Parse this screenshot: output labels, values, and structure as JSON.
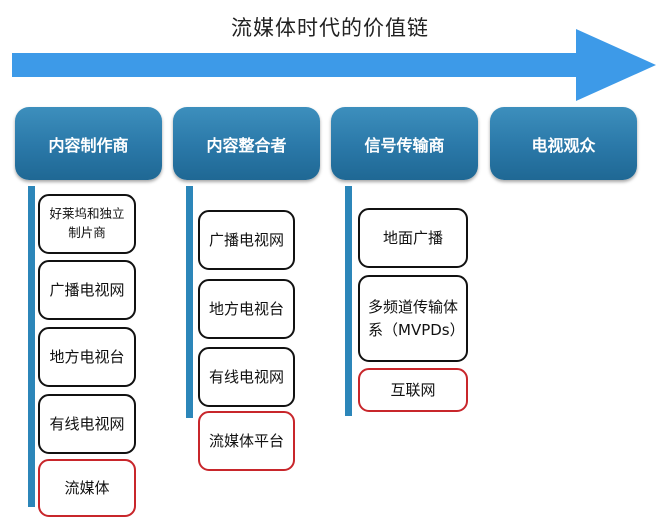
{
  "title": "流媒体时代的价值链",
  "colors": {
    "arrow": "#3d9ae8",
    "header": "#2a78a8",
    "bar": "#2c86b9",
    "highlight": "#c8262b"
  },
  "columns": [
    {
      "header": "内容制作商",
      "items": [
        {
          "label": "好莱坞和独立制片商",
          "highlight": false
        },
        {
          "label": "广播电视网",
          "highlight": false
        },
        {
          "label": "地方电视台",
          "highlight": false
        },
        {
          "label": "有线电视网",
          "highlight": false
        },
        {
          "label": "流媒体",
          "highlight": true
        }
      ]
    },
    {
      "header": "内容整合者",
      "items": [
        {
          "label": "广播电视网",
          "highlight": false
        },
        {
          "label": "地方电视台",
          "highlight": false
        },
        {
          "label": "有线电视网",
          "highlight": false
        },
        {
          "label": "流媒体平台",
          "highlight": true
        }
      ]
    },
    {
      "header": "信号传输商",
      "items": [
        {
          "label": "地面广播",
          "highlight": false
        },
        {
          "label": "多频道传输体系（MVPDs）",
          "highlight": false
        },
        {
          "label": "互联网",
          "highlight": true
        }
      ]
    },
    {
      "header": "电视观众",
      "items": []
    }
  ]
}
